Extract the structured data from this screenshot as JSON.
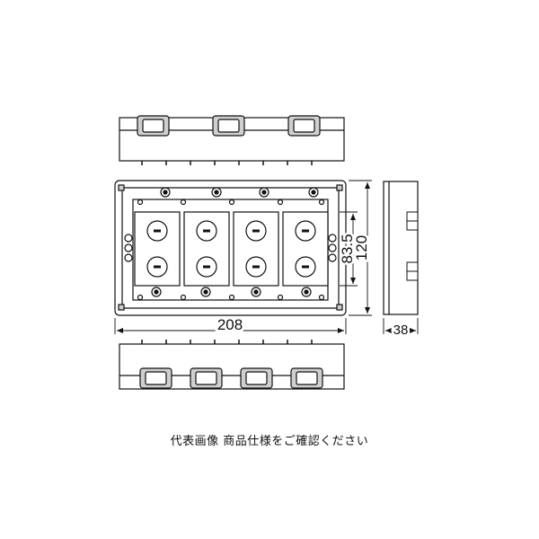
{
  "dimensions": {
    "width": "208",
    "depth": "38",
    "height": "120",
    "pitch": "83.5"
  },
  "caption": "代表画像 商品仕様をご確認ください",
  "colors": {
    "line": "#111111",
    "shade": "#cfcfcf",
    "fill": "#ffffff"
  }
}
